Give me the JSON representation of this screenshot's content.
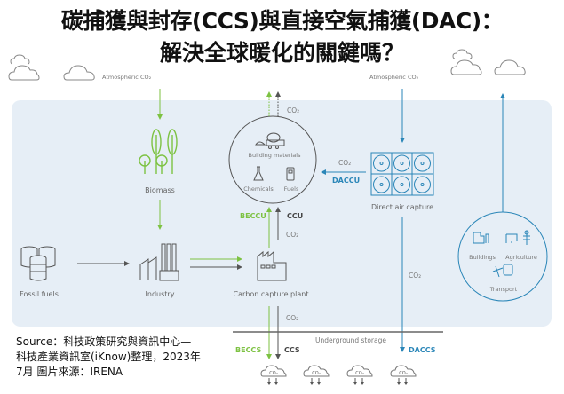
{
  "title": {
    "line1": "碳捕獲與封存(CCS)與直接空氣捕獲(DAC)：",
    "line2": "解決全球暖化的關鍵嗎？"
  },
  "labels": {
    "atmospheric_co2_left": "Atmospheric CO₂",
    "atmospheric_co2_right": "Atmospheric CO₂",
    "biomass": "Biomass",
    "fossil_fuels": "Fossil fuels",
    "industry": "Industry",
    "carbon_capture_plant": "Carbon capture plant",
    "direct_air_capture": "Direct air capture",
    "building_materials": "Building materials",
    "chemicals": "Chemicals",
    "fuels": "Fuels",
    "buildings": "Buildings",
    "agriculture": "Agriculture",
    "transport": "Transport",
    "underground_storage": "Underground storage",
    "co2": "CO₂",
    "co2_cloud": "CO₂"
  },
  "tags": {
    "beccu": "BECCU",
    "ccu": "CCU",
    "daccu": "DACCU",
    "beccs": "BECCS",
    "ccs": "CCS",
    "daccs": "DACCS"
  },
  "colors": {
    "green": "#7dc242",
    "dark": "#555555",
    "blue": "#2a86b8",
    "panel": "#e6eef6"
  },
  "source": {
    "line1": "Source：科技政策研究與資訊中心—",
    "line2": "科技產業資訊室(iKnow)整理，2023年",
    "line3": "7月 圖片來源：IRENA"
  }
}
